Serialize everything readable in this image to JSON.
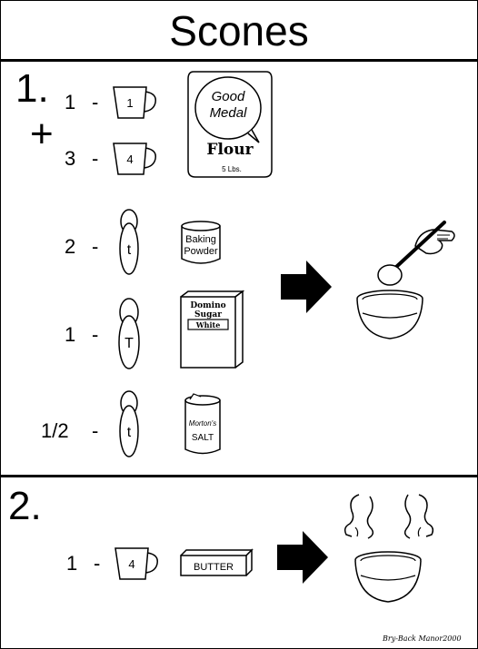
{
  "title": "Scones",
  "steps": [
    {
      "number": "1.",
      "plus": "+",
      "rows": [
        {
          "quantity": "1",
          "dash": "-",
          "measure": "1"
        },
        {
          "quantity": "3",
          "dash": "-",
          "measure": "4"
        },
        {
          "quantity": "2",
          "dash": "-",
          "measure": "t"
        },
        {
          "quantity": "1",
          "dash": "-",
          "measure": "T"
        },
        {
          "quantity": "1/2",
          "dash": "-",
          "measure": "t"
        }
      ],
      "flour_bag": {
        "line1": "Good",
        "line2": "Medal",
        "brand": "Flour",
        "weight": "5 Lbs."
      },
      "baking_powder": {
        "line1": "Baking",
        "line2": "Powder"
      },
      "sugar_box": {
        "line1": "Domino",
        "line2": "Sugar",
        "label": "White"
      },
      "salt": {
        "line1": "Morton's",
        "line2": "SALT"
      }
    },
    {
      "number": "2.",
      "rows": [
        {
          "quantity": "1",
          "dash": "-",
          "measure": "4"
        }
      ],
      "butter": "BUTTER"
    }
  ],
  "credit": "Bry-Back Manor2000"
}
